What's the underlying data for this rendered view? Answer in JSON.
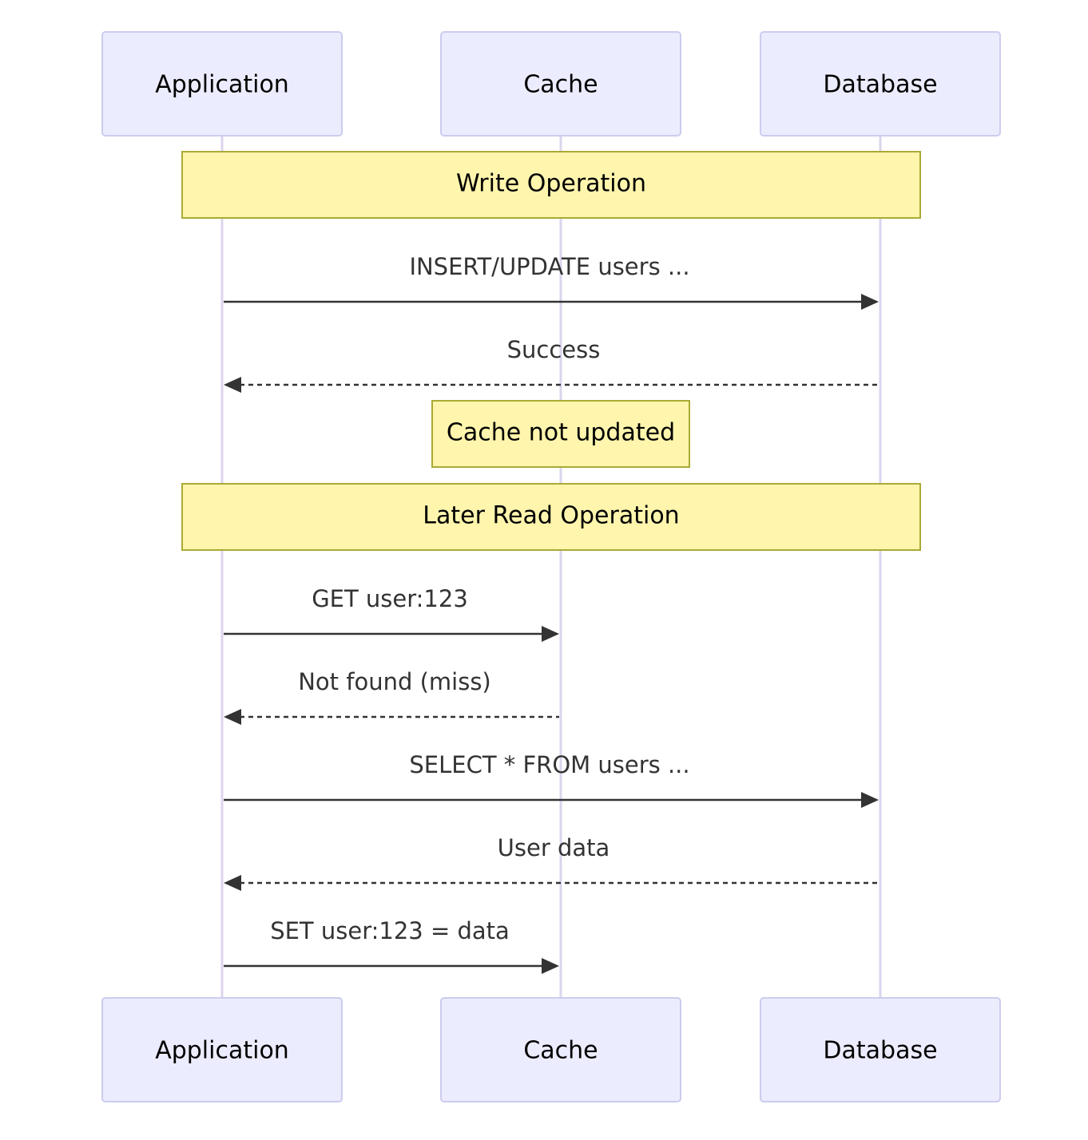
{
  "actors": [
    {
      "id": "app",
      "label": "Application"
    },
    {
      "id": "cache",
      "label": "Cache"
    },
    {
      "id": "db",
      "label": "Database"
    }
  ],
  "notes": [
    {
      "id": "write-op",
      "text": "Write Operation",
      "over": [
        "app",
        "db"
      ]
    },
    {
      "id": "cache-not-updated",
      "text": "Cache not updated",
      "over": [
        "cache"
      ]
    },
    {
      "id": "read-op",
      "text": "Later Read Operation",
      "over": [
        "app",
        "db"
      ]
    }
  ],
  "messages": [
    {
      "from": "app",
      "to": "db",
      "text": "INSERT/UPDATE users ...",
      "style": "solid"
    },
    {
      "from": "db",
      "to": "app",
      "text": "Success",
      "style": "dashed"
    },
    {
      "from": "app",
      "to": "cache",
      "text": "GET user:123",
      "style": "solid"
    },
    {
      "from": "cache",
      "to": "app",
      "text": "Not found (miss)",
      "style": "dashed"
    },
    {
      "from": "app",
      "to": "db",
      "text": "SELECT * FROM users ...",
      "style": "solid"
    },
    {
      "from": "db",
      "to": "app",
      "text": "User data",
      "style": "dashed"
    },
    {
      "from": "app",
      "to": "cache",
      "text": "SET user:123 = data",
      "style": "solid"
    }
  ],
  "colors": {
    "actor_fill": "#ececff",
    "actor_stroke": "#ccccee",
    "lifeline": "#dcd4ee",
    "note_fill": "#fff5ad",
    "note_stroke": "#aaaa33",
    "message_line": "#333333"
  }
}
